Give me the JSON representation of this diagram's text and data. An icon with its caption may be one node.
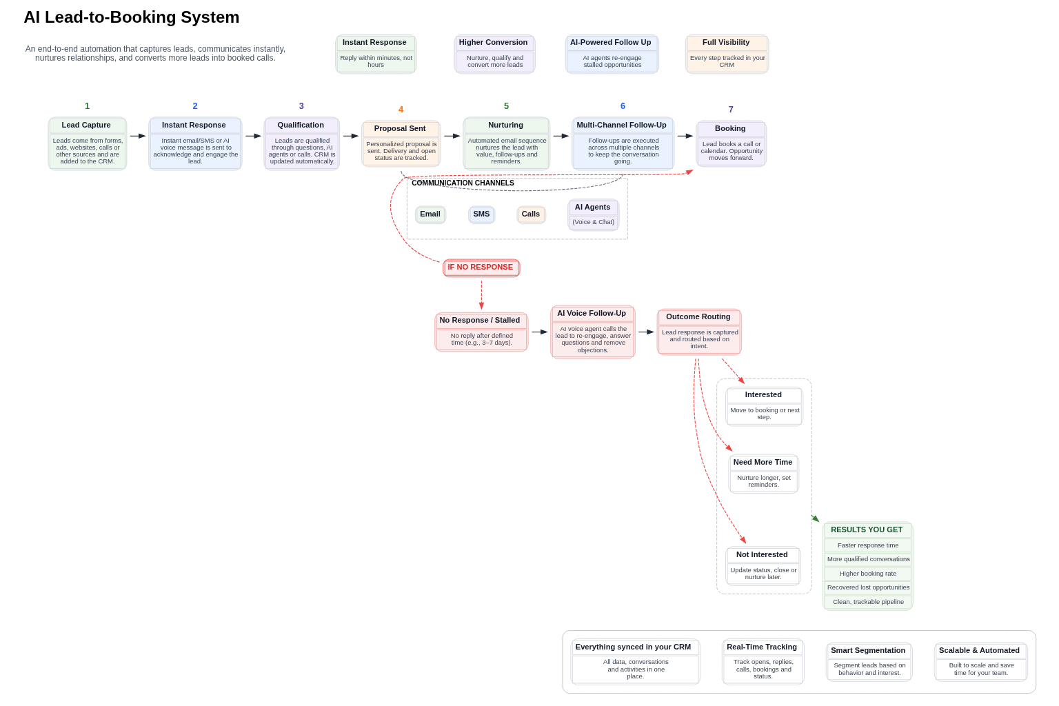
{
  "diagram": {
    "title": "AI Lead-to-Booking System",
    "nodes": [
      {
        "text": [
          "Instant Response",
          "Reply within minutes, not hours"
        ]
      },
      {
        "text": [
          "Higher Conversion",
          "Nurture, qualify and convert more leads"
        ]
      },
      {
        "text": [
          "AI-Powered Follow Up",
          "AI agents re-engage stalled opportunities"
        ]
      },
      {
        "text": [
          "Full Visibility",
          "Every step tracked in your CRM"
        ]
      },
      {
        "text": [
          "Lead Capture",
          "Leads come from forms, ads, websites, calls or other sources and are added to the CRM."
        ],
        "beside": [
          "1"
        ]
      },
      {
        "text": [
          "Instant Response",
          "Instant email/SMS or AI voice message is sent to acknowledge and engage the lead."
        ],
        "beside": [
          "2"
        ]
      },
      {
        "text": [
          "Qualification",
          "Leads are qualified through questions, AI agents or calls. CRM is updated automatically."
        ],
        "beside": [
          "3"
        ]
      },
      {
        "text": [
          "Proposal Sent",
          "Personalized proposal is sent. Delivery and open status are tracked."
        ],
        "beside": [
          "4"
        ]
      },
      {
        "text": [
          "Nurturing",
          "Automated email sequence nurtures the lead with value, follow-ups and reminders."
        ],
        "beside": [
          "5"
        ]
      },
      {
        "text": [
          "Multi-Channel Follow-Up",
          "Follow-ups are executed across multiple channels to keep the conversation going."
        ],
        "beside": [
          "6"
        ]
      },
      {
        "text": [
          "Booking",
          "Lead books a call or calendar. Opportunity moves forward."
        ],
        "beside": [
          "7"
        ]
      },
      {
        "text": [
          "COMMUNICATION CHANNELS"
        ]
      },
      {
        "text": [
          "Email"
        ],
        "in": 11
      },
      {
        "text": [
          "SMS"
        ],
        "in": 11
      },
      {
        "text": [
          "Calls"
        ],
        "in": 11
      },
      {
        "text": [
          "AI Agents",
          "(Voice & Chat)"
        ],
        "in": 11
      },
      {
        "text": [
          "IF NO RESPONSE"
        ]
      },
      {
        "text": [
          "No Response / Stalled",
          "No reply after defined time (e.g., 3–7 days)."
        ]
      },
      {
        "text": [
          "AI Voice Follow-Up",
          "AI voice agent calls the lead to re-engage, answer questions and remove objections."
        ]
      },
      {
        "text": [
          "Outcome Routing",
          "Lead response is captured and routed based on intent."
        ]
      },
      {
        "text": [],
        "shape": "box"
      },
      {
        "text": [
          "Interested",
          "Move to booking or next step."
        ],
        "in": 20
      },
      {
        "text": [
          "Need More Time",
          "Nurture longer, set reminders."
        ],
        "in": 20
      },
      {
        "text": [
          "Not Interested",
          "Update status, close or nurture later."
        ],
        "in": 20
      },
      {
        "text": [
          "RESULTS YOU GET",
          "Faster response time",
          "More qualified conversations",
          "Higher booking rate",
          "Recovered lost opportunities",
          "Clean, trackable pipeline"
        ]
      },
      {
        "text": [],
        "shape": "box"
      },
      {
        "text": [
          "Everything synced in your CRM",
          "All data, conversations and activities in one place."
        ],
        "in": 25
      },
      {
        "text": [
          "Real-Time Tracking",
          "Track opens, replies, calls, bookings and status."
        ],
        "in": 25
      },
      {
        "text": [
          "Smart Segmentation",
          "Segment leads based on behavior and interest."
        ],
        "in": 25
      },
      {
        "text": [
          "Scalable & Automated",
          "Built to scale and save time for your team."
        ],
        "in": 25
      }
    ],
    "edges": [
      {
        "from": 4,
        "to": 5,
        "arrow": "to"
      },
      {
        "from": 5,
        "to": 6,
        "arrow": "to"
      },
      {
        "from": 6,
        "to": 7,
        "arrow": "to"
      },
      {
        "from": 7,
        "to": 8,
        "arrow": "to"
      },
      {
        "from": 8,
        "to": 9,
        "arrow": "to"
      },
      {
        "from": 9,
        "to": 10,
        "arrow": "to"
      },
      {
        "from": 7,
        "to": 9,
        "arrow": "none",
        "style": "dashed",
        "color": "#6b7280"
      },
      {
        "from": 16,
        "to": 10,
        "arrow": "to",
        "style": "dashed",
        "color": "#ef4444"
      },
      {
        "from": 16,
        "to": 17,
        "arrow": "to",
        "style": "dashed",
        "color": "#ef4444"
      },
      {
        "from": 17,
        "to": 18,
        "arrow": "to"
      },
      {
        "from": 18,
        "to": 19,
        "arrow": "to"
      },
      {
        "from": 19,
        "to": 21,
        "arrow": "to",
        "style": "dashed",
        "color": "#ef4444"
      },
      {
        "from": 19,
        "to": 22,
        "arrow": "to",
        "style": "dashed",
        "color": "#ef4444"
      },
      {
        "from": 19,
        "to": 23,
        "arrow": "to",
        "style": "dashed",
        "color": "#ef4444"
      },
      {
        "from": 20,
        "to": 24,
        "arrow": "to",
        "color": "#2e7d32"
      }
    ],
    "labels": [
      "An end-to-end automation that captures leads, communicates instantly, nurtures relationships, and converts more leads into booked calls."
    ]
  }
}
